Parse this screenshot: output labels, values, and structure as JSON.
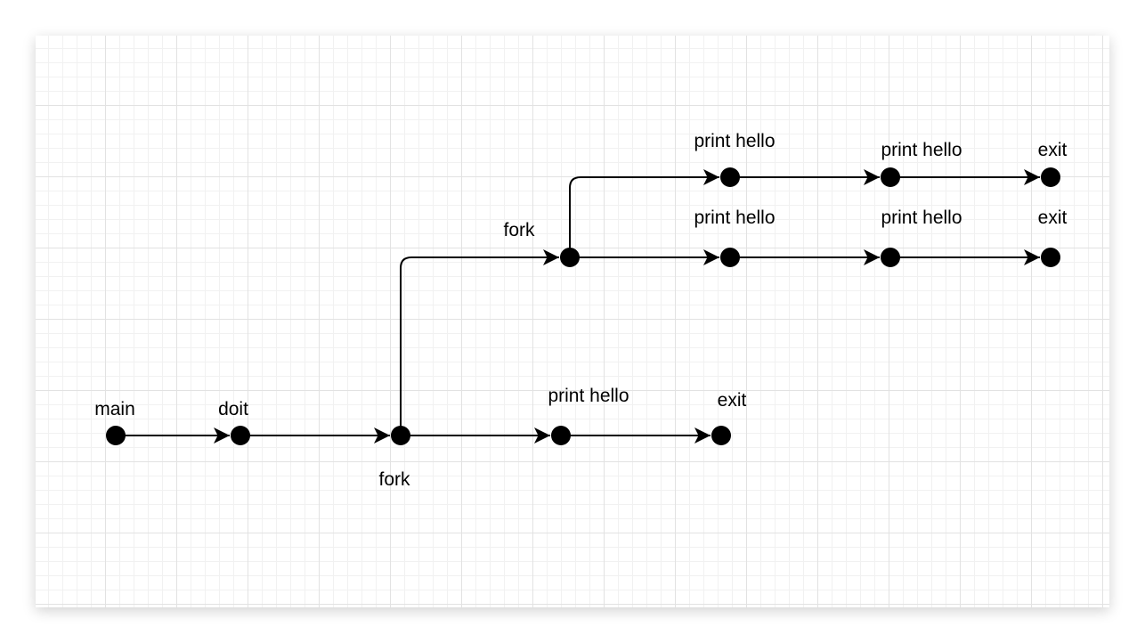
{
  "diagram": {
    "labels": {
      "main": "main",
      "doit": "doit",
      "fork_1": "fork",
      "fork_2": "fork",
      "bottom_print": "print hello",
      "bottom_exit": "exit",
      "mid_print_1": "print hello",
      "mid_print_2": "print hello",
      "mid_exit": "exit",
      "top_print_1": "print hello",
      "top_print_2": "print hello",
      "top_exit": "exit"
    }
  },
  "colors": {
    "line": "#000000",
    "node": "#000000",
    "grid": "#e2e2e2"
  }
}
